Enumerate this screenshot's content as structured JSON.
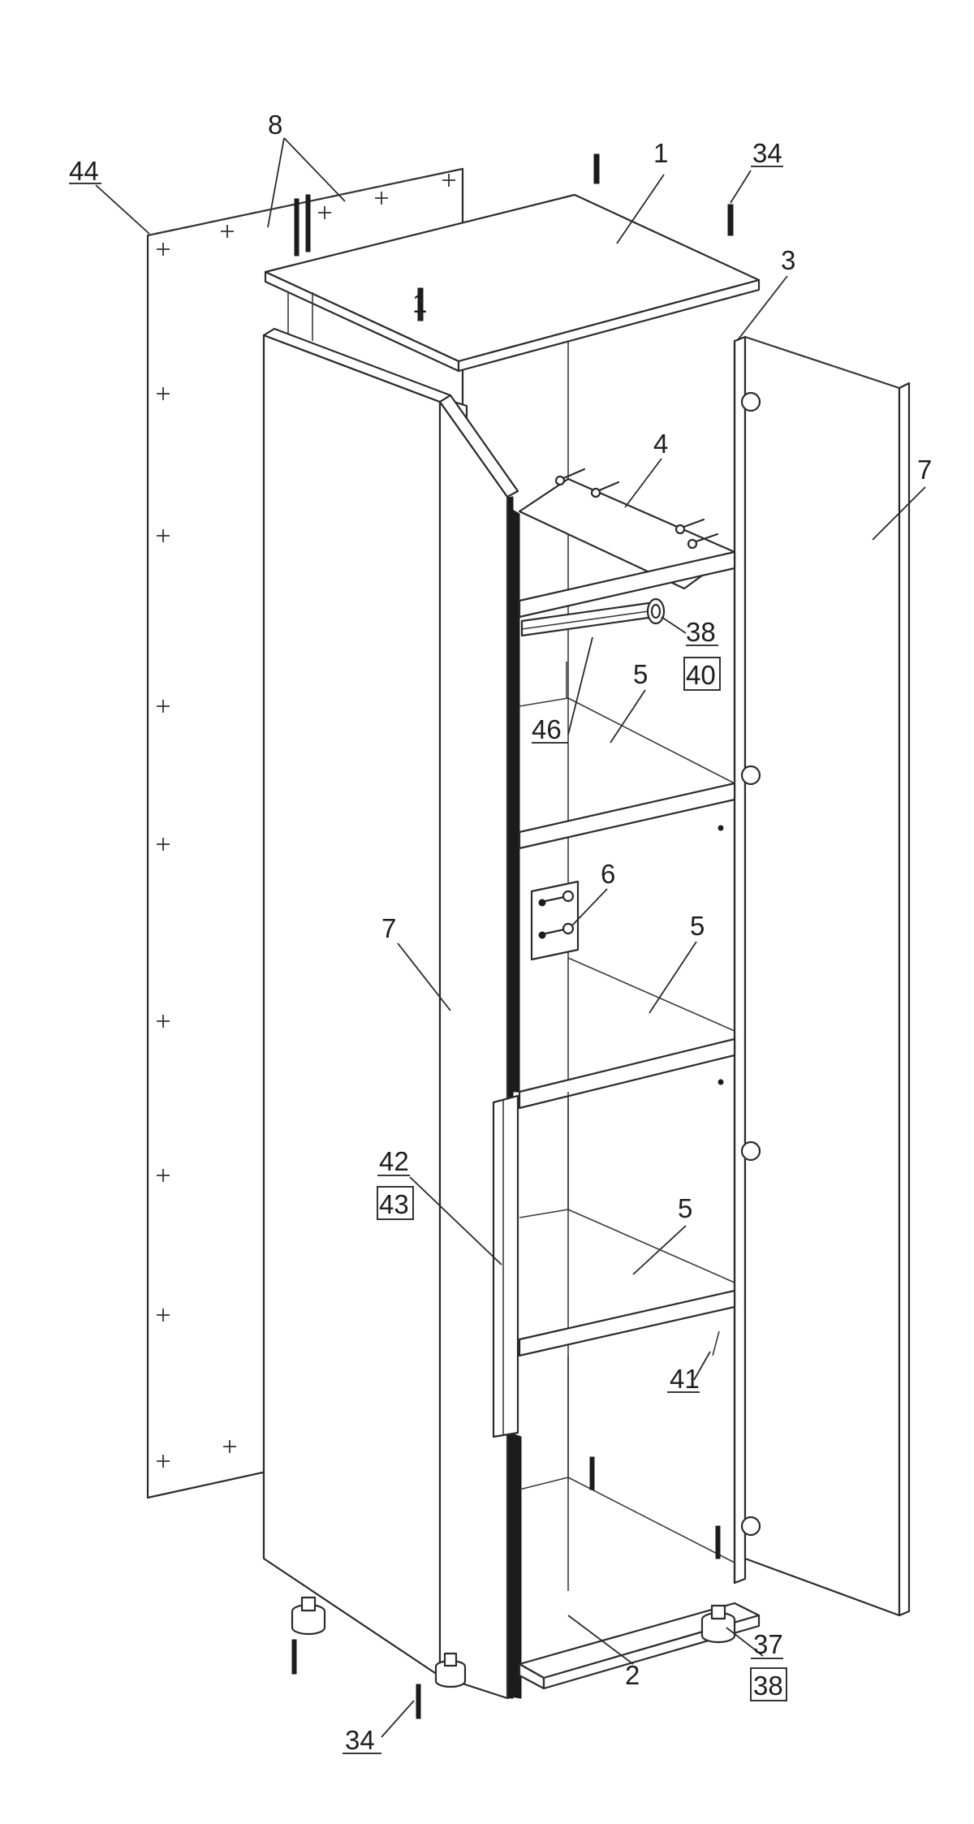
{
  "labels": {
    "top_panel_a": "1",
    "top_panel_b": "1",
    "bottom_panel": "2",
    "side_panel": "3",
    "fixed_shelf": "4",
    "shelf_a": "5",
    "shelf_b": "5",
    "shelf_c": "5",
    "bracket": "6",
    "door_left": "7",
    "door_right": "7",
    "back_panel": "8",
    "dowel_top": "34",
    "dowel_bottom": "34",
    "leg_37": "37",
    "leg_38": "38",
    "rod_38": "38",
    "rod_40": "40",
    "rod_46": "46",
    "shelf_pin": "41",
    "handle_42": "42",
    "handle_43": "43",
    "screw_44": "44"
  }
}
